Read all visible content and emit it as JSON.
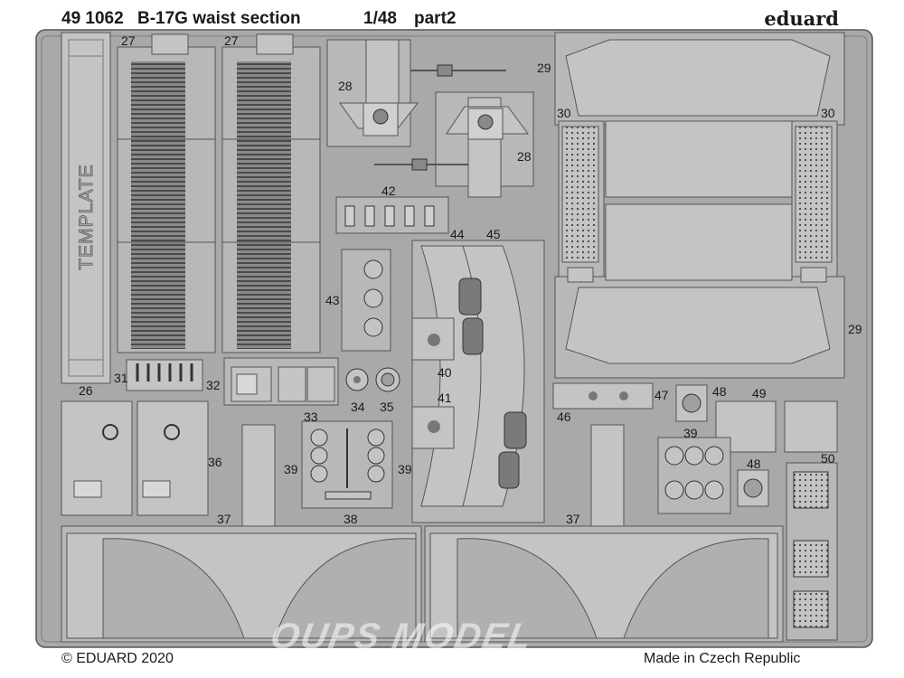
{
  "header": {
    "product_number": "49 1062",
    "title": "B-17G waist section",
    "scale": "1/48",
    "part": "part2",
    "brand": "eduard"
  },
  "template_label": "TEMPLATE",
  "part_numbers": {
    "n26": "26",
    "n27a": "27",
    "n27b": "27",
    "n28a": "28",
    "n28b": "28",
    "n29a": "29",
    "n29b": "29",
    "n30a": "30",
    "n30b": "30",
    "n31": "31",
    "n32": "32",
    "n33": "33",
    "n34": "34",
    "n35": "35",
    "n36": "36",
    "n37a": "37",
    "n37b": "37",
    "n38": "38",
    "n39a": "39",
    "n39b": "39",
    "n39c": "39",
    "n40": "40",
    "n41": "41",
    "n42": "42",
    "n43": "43",
    "n44": "44",
    "n45": "45",
    "n46": "46",
    "n47": "47",
    "n48a": "48",
    "n48b": "48",
    "n49": "49",
    "n50": "50"
  },
  "footer": {
    "copyright": "© EDUARD 2020",
    "made_in": "Made in Czech Republic"
  },
  "watermark": "OUPS MODEL",
  "colors": {
    "fret": "#a9a9a9",
    "part": "#c4c4c4",
    "outline": "#5a5a5a",
    "background": "#ffffff"
  }
}
